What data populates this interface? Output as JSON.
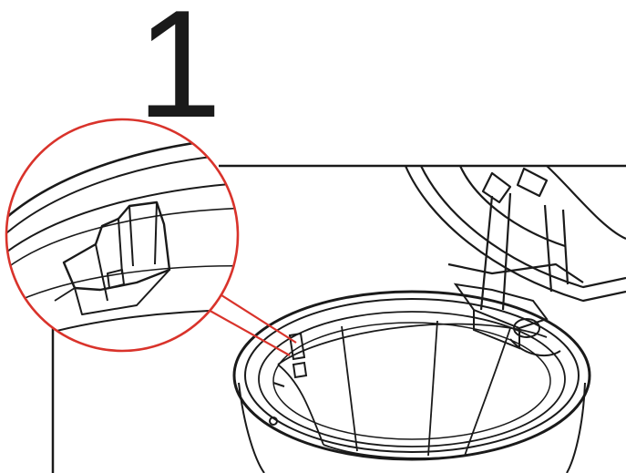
{
  "step": {
    "number": "1"
  },
  "colors": {
    "line": "#1a1a1a",
    "callout": "#d9332b",
    "background": "#ffffff"
  },
  "illustration": {
    "subject": "open-lid-container-with-latch-callout",
    "icons": [
      "magnifier-callout-circle",
      "latch-detail",
      "hinged-lid",
      "container-rim"
    ]
  }
}
